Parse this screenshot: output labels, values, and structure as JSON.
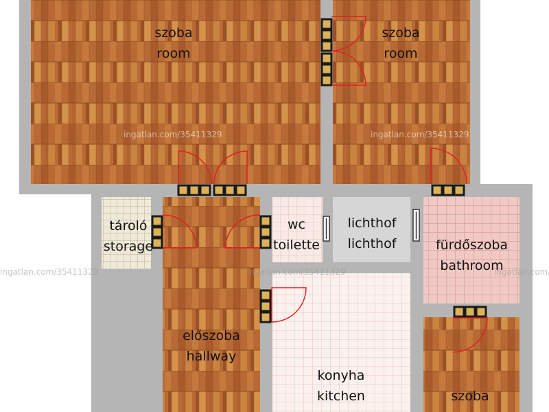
{
  "floor_plan": {
    "rooms": [
      {
        "id": "room-nw",
        "lines": [
          "szoba",
          "room"
        ],
        "surface": "wood"
      },
      {
        "id": "room-ne",
        "lines": [
          "szoba",
          "room"
        ],
        "surface": "wood"
      },
      {
        "id": "storage",
        "lines": [
          "tároló",
          "storage"
        ],
        "surface": "tile-cream"
      },
      {
        "id": "hallway",
        "lines": [
          "előszoba",
          "hallway"
        ],
        "surface": "wood"
      },
      {
        "id": "toilet",
        "lines": [
          "wc",
          "toilette"
        ],
        "surface": "tile-pink"
      },
      {
        "id": "lichthof",
        "lines": [
          "lichthof",
          "lichthof"
        ],
        "surface": "grey"
      },
      {
        "id": "bathroom",
        "lines": [
          "fürdőszoba",
          "bathroom"
        ],
        "surface": "tile-rose"
      },
      {
        "id": "kitchen",
        "lines": [
          "konyha",
          "kitchen"
        ],
        "surface": "tile-white"
      },
      {
        "id": "room-se",
        "lines": [
          "szoba"
        ],
        "surface": "wood"
      }
    ],
    "watermark": "ingatlan.com/35411329"
  },
  "colors": {
    "wall": "#b5b5b5",
    "wood_base": "#b86a35",
    "wood_light": "#d4924a",
    "wood_dark": "#9c5026",
    "door_arc": "#e02020",
    "door_block": "#d9b25a",
    "lichthof": "#d6d6d6",
    "kitchen_tile": "#fbf1ee",
    "bath_tile": "#f4d0cc",
    "wc_tile": "#f9eae6",
    "storage_tile": "#efe9d8"
  }
}
